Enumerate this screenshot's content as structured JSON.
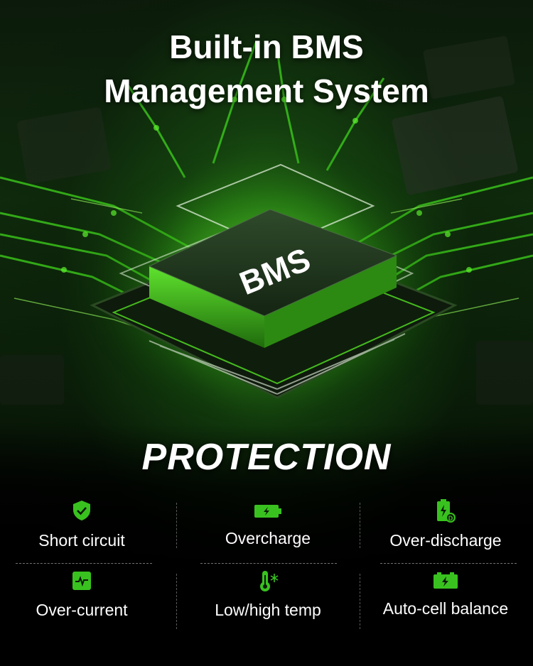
{
  "title": {
    "line1": "Built-in BMS",
    "line2": "Management System"
  },
  "chip": {
    "label": "BMS"
  },
  "section_heading": "PROTECTION",
  "features": [
    {
      "label": "Short circuit",
      "icon": "shield-check-icon"
    },
    {
      "label": "Overcharge",
      "icon": "battery-charging-icon"
    },
    {
      "label": "Over-discharge",
      "icon": "battery-discharge-icon"
    },
    {
      "label": "Over-current",
      "icon": "pulse-icon"
    },
    {
      "label": "Low/high temp",
      "icon": "thermometer-snow-icon"
    },
    {
      "label": "Auto-cell balance",
      "icon": "battery-bolt-icon"
    }
  ],
  "colors": {
    "accent_green": "#39c21f",
    "text": "#ffffff",
    "background": "#000000"
  }
}
